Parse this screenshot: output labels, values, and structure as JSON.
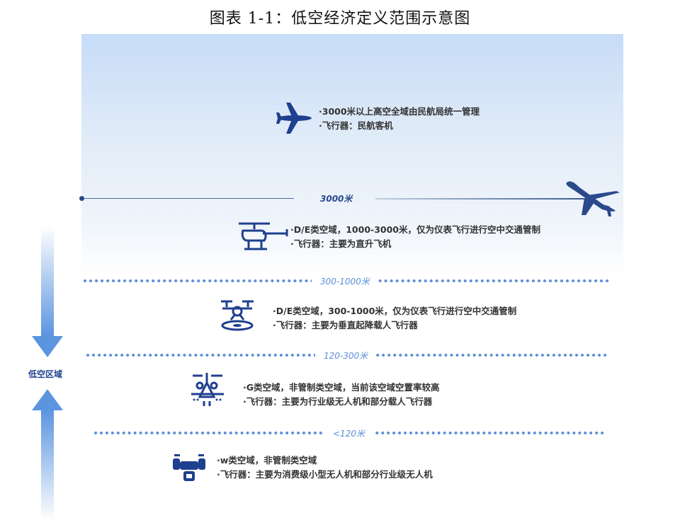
{
  "title": "图表 1-1：低空经济定义范围示意图",
  "side_label": "低空区域",
  "altitudes": [
    "3000米",
    "300-1000米",
    "120-300米",
    "<120米"
  ],
  "zones": [
    {
      "line1": "·3000米以上高空全域由民航局统一管理",
      "line2": "·飞行器：民航客机",
      "icon": "airliner-icon"
    },
    {
      "line1": "·D/E类空域，1000-3000米，仅为仪表飞行进行空中交通管制",
      "line2": "·飞行器：主要为直升飞机",
      "icon": "helicopter-icon"
    },
    {
      "line1": "·D/E类空域，300-1000米，仅为仪表飞行进行空中交通管制",
      "line2": "·飞行器：主要为垂直起降载人飞行器",
      "icon": "evtol-icon"
    },
    {
      "line1": "·G类空域，非管制类空域，当前该空域空置率较高",
      "line2": "·飞行器：主要为行业级无人机和部分载人飞行器",
      "icon": "industrial-drone-icon"
    },
    {
      "line1": "·w类空域，非管制类空域",
      "line2": "·飞行器：主要为消费级小型无人机和部分行业级无人机",
      "icon": "consumer-drone-icon"
    }
  ],
  "colors": {
    "icon": "#1f3f8f",
    "accent": "#5b8fd6",
    "line": "#3a5a8c"
  }
}
